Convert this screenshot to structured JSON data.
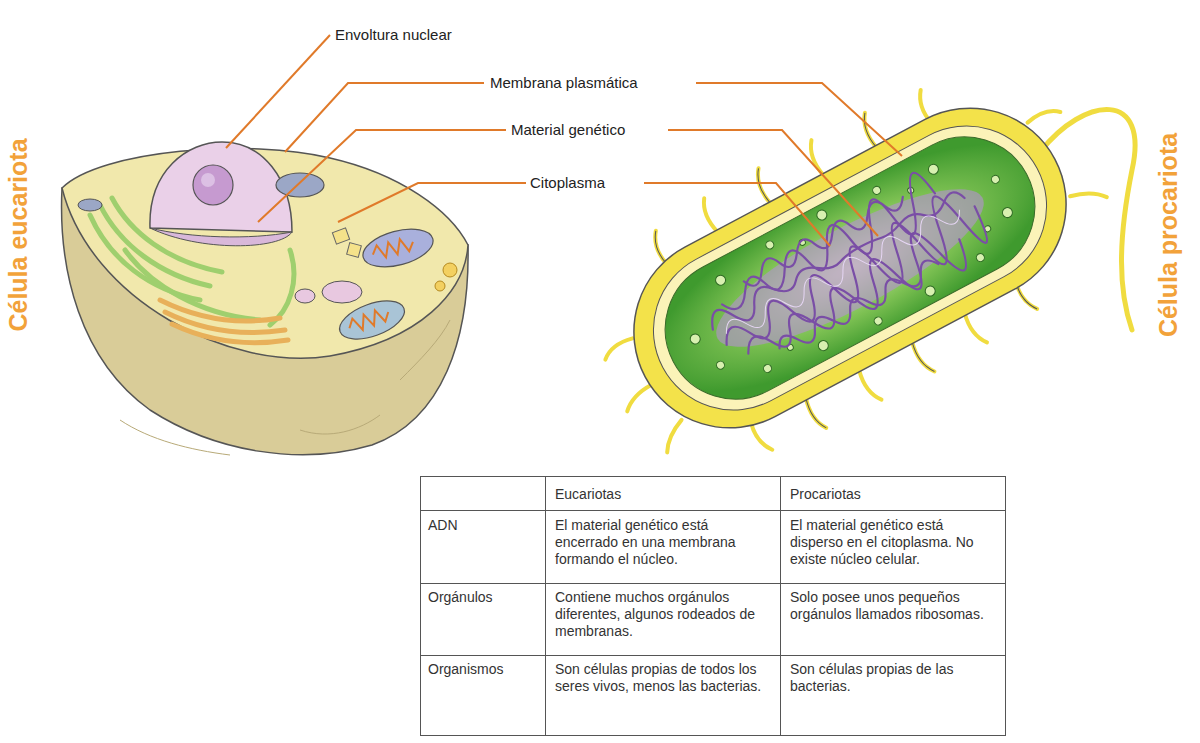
{
  "diagram": {
    "labels": [
      "Envoltura nuclear",
      "Membrana plasmática",
      "Material genético",
      "Citoplasma",
      "Célula eucariota",
      "Célula procariota",
      "Eucariotas",
      "Procariotas",
      "ADN",
      "El material genético está encerrado en una membrana formando el núcleo.",
      "El material genético está disperso en el citoplasma. No existe núcleo celular.",
      "Orgánulos",
      "Contiene muchos orgánulos diferentes, algunos rodeados de membranas.",
      "Solo posee unos pequeños orgánulos llamados ribosomas.",
      "Organismos",
      "Son células propias de todos los seres vivos, menos las bacterias.",
      "Son células propias de las bacterias."
    ]
  }
}
